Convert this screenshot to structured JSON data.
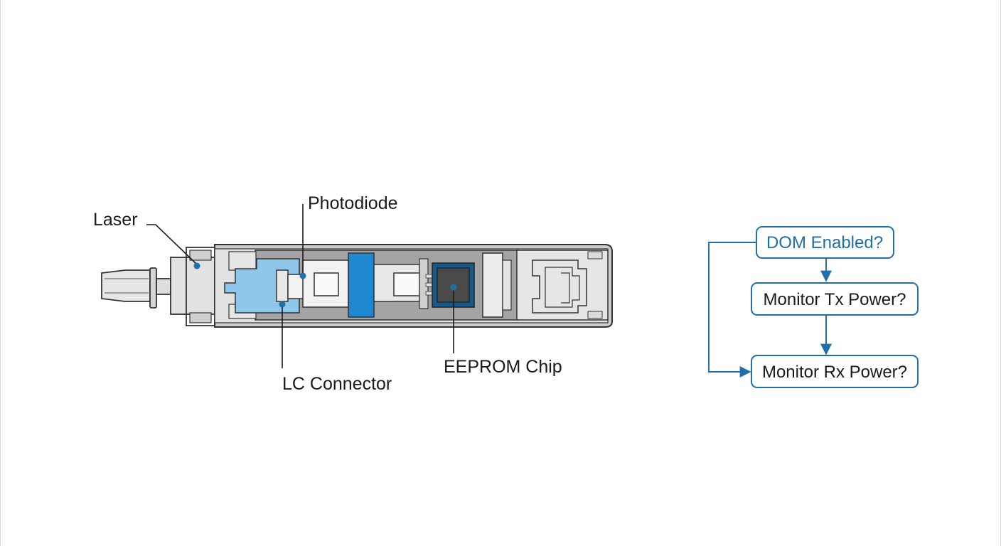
{
  "colors": {
    "accent": "#1f6fa8",
    "accent_dark": "#155a8c",
    "light_blue": "#8ec7ea",
    "chip_blue": "#1e88d0",
    "housing_grey": "#d9d9d9",
    "body_dark": "#a4a4a4",
    "outline": "#333333",
    "text": "#1a1a1a"
  },
  "labels": {
    "laser": "Laser",
    "photodiode": "Photodiode",
    "lc_connector": "LC Connector",
    "eeprom_chip": "EEPROM Chip"
  },
  "flowchart": {
    "nodes": {
      "dom": "DOM Enabled?",
      "tx": "Monitor Tx Power?",
      "rx": "Monitor Rx Power?"
    }
  }
}
